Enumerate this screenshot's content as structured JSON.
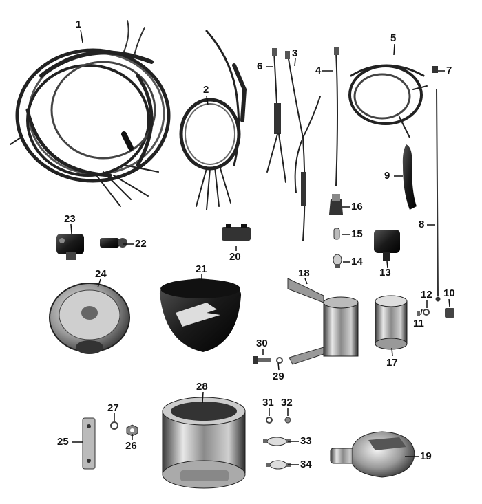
{
  "diagram": {
    "parts": [
      {
        "id": "part-1",
        "number": "1"
      },
      {
        "id": "part-2",
        "number": "2"
      },
      {
        "id": "part-3",
        "number": "3"
      },
      {
        "id": "part-4",
        "number": "4"
      },
      {
        "id": "part-5",
        "number": "5"
      },
      {
        "id": "part-6",
        "number": "6"
      },
      {
        "id": "part-7",
        "number": "7"
      },
      {
        "id": "part-8",
        "number": "8"
      },
      {
        "id": "part-9",
        "number": "9"
      },
      {
        "id": "part-10",
        "number": "10"
      },
      {
        "id": "part-11",
        "number": "11"
      },
      {
        "id": "part-12",
        "number": "12"
      },
      {
        "id": "part-13",
        "number": "13"
      },
      {
        "id": "part-14",
        "number": "14"
      },
      {
        "id": "part-15",
        "number": "15"
      },
      {
        "id": "part-16",
        "number": "16"
      },
      {
        "id": "part-17",
        "number": "17"
      },
      {
        "id": "part-18",
        "number": "18"
      },
      {
        "id": "part-19",
        "number": "19"
      },
      {
        "id": "part-20",
        "number": "20"
      },
      {
        "id": "part-21",
        "number": "21"
      },
      {
        "id": "part-22",
        "number": "22"
      },
      {
        "id": "part-23",
        "number": "23"
      },
      {
        "id": "part-24",
        "number": "24"
      },
      {
        "id": "part-25",
        "number": "25"
      },
      {
        "id": "part-26",
        "number": "26"
      },
      {
        "id": "part-27",
        "number": "27"
      },
      {
        "id": "part-28",
        "number": "28"
      },
      {
        "id": "part-29",
        "number": "29"
      },
      {
        "id": "part-30",
        "number": "30"
      },
      {
        "id": "part-31",
        "number": "31"
      },
      {
        "id": "part-32",
        "number": "32"
      },
      {
        "id": "part-33",
        "number": "33"
      },
      {
        "id": "part-34",
        "number": "34"
      }
    ]
  }
}
